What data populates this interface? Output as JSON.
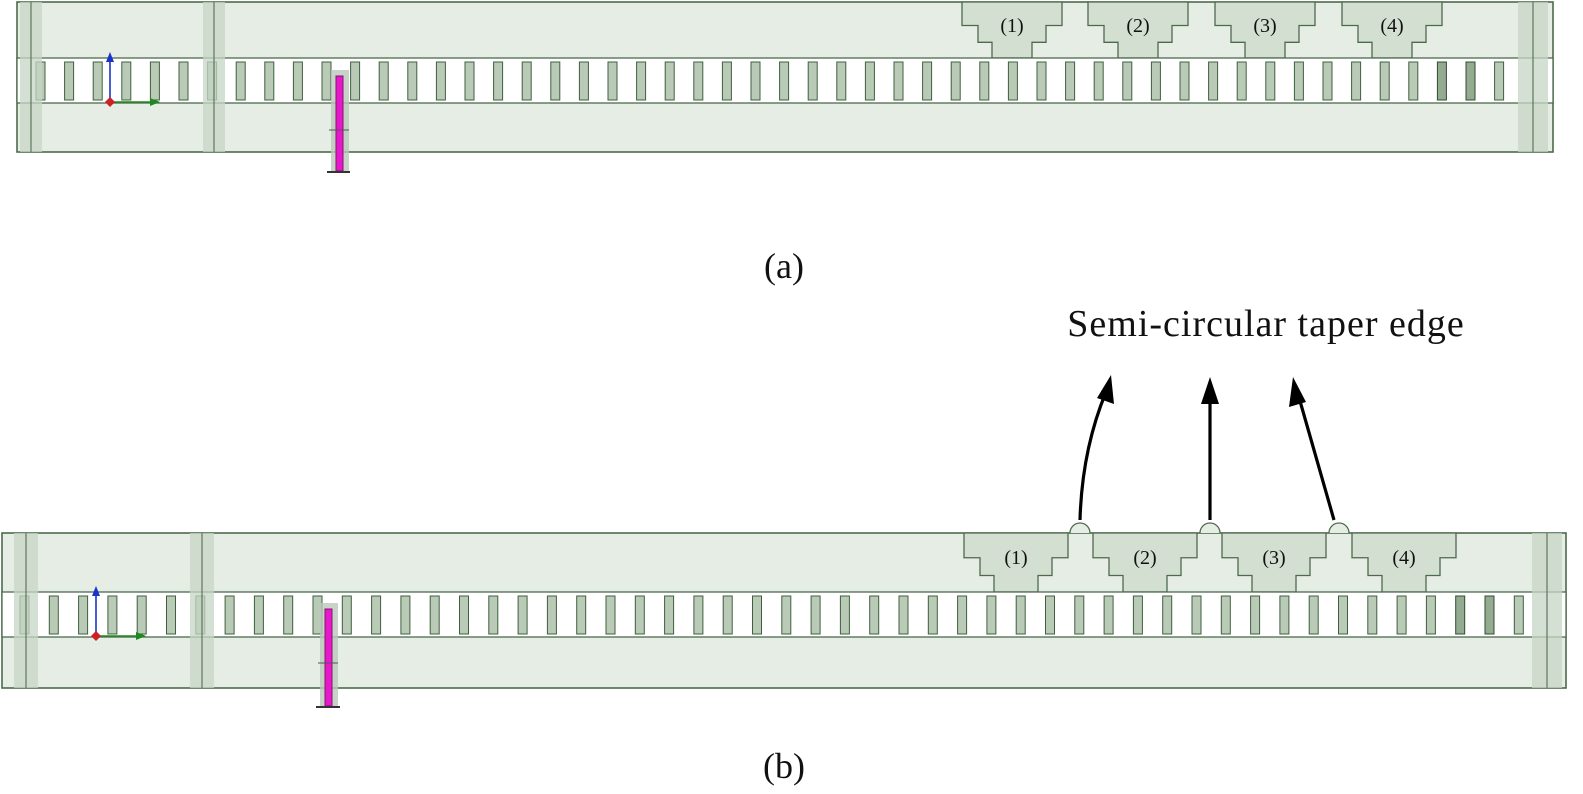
{
  "colors": {
    "panel": "#e5ede4",
    "outline": "#4d6a4d",
    "slot": "#b9cbb7",
    "probe": "#e619c8",
    "axis_z": "#1a33cc",
    "axis_x": "#1e8a1e",
    "axis_origin": "#cc2222"
  },
  "panels": [
    {
      "id": "a",
      "caption": "(a)",
      "ports": [
        "(1)",
        "(2)",
        "(3)",
        "(4)"
      ],
      "taper_shape": "stepped"
    },
    {
      "id": "b",
      "caption": "(b)",
      "ports": [
        "(1)",
        "(2)",
        "(3)",
        "(4)"
      ],
      "taper_shape": "semi-circular"
    }
  ],
  "annotation": {
    "text": "Semi-circular taper edge",
    "arrow_count": 3
  },
  "icons": {
    "probe": "coaxial-feed-probe",
    "axes": "coordinate-triad"
  }
}
